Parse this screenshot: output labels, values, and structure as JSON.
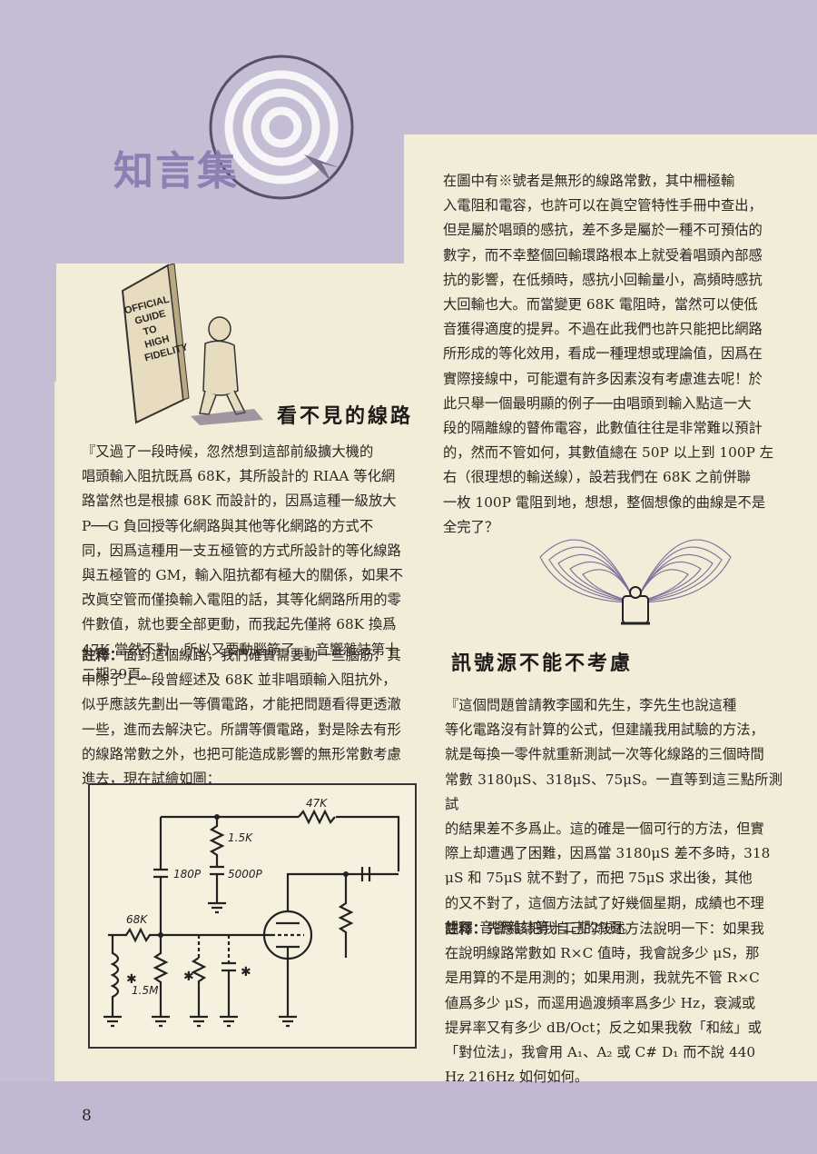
{
  "header": {
    "section_title": "知言集"
  },
  "page": {
    "number": "8"
  },
  "article1": {
    "heading": "看不見的線路",
    "book_cover": [
      "OFFICIAL",
      "GUIDE",
      "TO",
      "HIGH",
      "FIDELITY"
    ],
    "quote_lines": [
      "『又過了一段時候，忽然想到這部前級擴大機的",
      "唱頭輸入阻抗既爲 68K，其所設計的 RIAA 等化網",
      "路當然也是根據 68K 而設計的，因爲這種一級放大",
      "P──G 負回授等化網路與其他等化網路的方式不",
      "同，因爲這種用一支五極管的方式所設計的等化線路",
      "與五極管的 GM，輸入阻抗都有極大的關係，如果不",
      "改眞空管而僅換輸入電阻的話，其等化網路所用的零",
      "件數值，就也要全部更動，而我起先僅將 68K 換爲",
      "47K 當然不對，所以又要動腦筋了。』音響雜誌第十",
      "二期29頁。"
    ],
    "note_label": "註釋：",
    "note_lines": [
      "面對這個線路，我們確實需要動一些腦筋，其",
      "中除了上一段曾經述及 68K 並非唱頭輸入阻抗外，",
      "似乎應該先劃出一等價電路，才能把問題看得更透澈",
      "一些，進而去解決它。所謂等價電路，對是除去有形",
      "的線路常數之外，也把可能造成影響的無形常數考慮",
      "進去，現在試繪如圖："
    ]
  },
  "circuit": {
    "labels": {
      "r47k": "47K",
      "r15k": "1.5K",
      "c180": "180P",
      "c5000": "5000P",
      "r68k": "68K",
      "r15m": "1.5M"
    }
  },
  "article1_cont": {
    "lines": [
      "在圖中有※號者是無形的線路常數，其中柵極輸",
      "入電阻和電容，也許可以在眞空管特性手冊中查出，",
      "但是屬於唱頭的感抗，差不多是屬於一種不可預估的",
      "數字，而不幸整個回輸環路根本上就受着唱頭內部感",
      "抗的影響，在低頻時，感抗小回輸量小，高頻時感抗",
      "大回輸也大。而當變更 68K 電阻時，當然可以使低",
      "音獲得適度的提昇。不過在此我們也許只能把比網路",
      "所形成的等化效用，看成一種理想或理論值，因爲在",
      "實際接線中，可能還有許多因素沒有考慮進去呢！於",
      "此只舉一個最明顯的例子──由唱頭到輸入點這一大",
      "段的隔離線的瞽佈電容，此數值往往是非常難以預計",
      "的，然而不管如何，其數值總在 50P 以上到 100P 左",
      "右（很理想的輸送線），設若我們在 68K 之前併聯",
      "一枚 100P 電阻到地，想想，整個想像的曲線是不是",
      "全完了？"
    ]
  },
  "article2": {
    "heading": "訊號源不能不考慮",
    "quote_lines": [
      "『這個問題曾請教李國和先生，李先生也說這種",
      "等化電路沒有計算的公式，但建議我用試驗的方法，",
      "就是每換一零件就重新測試一次等化線路的三個時間",
      "常數 3180μS、318μS、75μS。一直等到這三點所測試",
      "的結果差不多爲止。這的確是一個可行的方法，但實",
      "際上却遭遇了困難，因爲當 3180μS 差不多時，318",
      "μS 和 75μS 就不對了，而把 75μS 求出後，其他",
      "的又不對了，這個方法試了好幾個星期，成績也不理",
      "想。』音響雜誌第十二期29頁。"
    ],
    "note_label": "註釋：",
    "note_lines": [
      "先應該把我自己的敍述方法說明一下：如果我",
      "在說明線路常數如 R×C 值時，我會說多少 μS，那",
      "是用算的不是用測的；如果用測，我就先不管 R×C",
      "値爲多少 μS，而逕用過渡頻率爲多少 Hz，衰減或",
      "提昇率又有多少 dB/Oct；反之如果我敎「和絃」或",
      "「對位法」，我會用 A₁、A₂ 或 C# D₁ 而不說 440",
      "Hz 216Hz 如何如何。"
    ]
  },
  "colors": {
    "purple_band": "#c5bdd4",
    "title_purple": "#8c7fb4",
    "paper": "#f3ecd8"
  }
}
